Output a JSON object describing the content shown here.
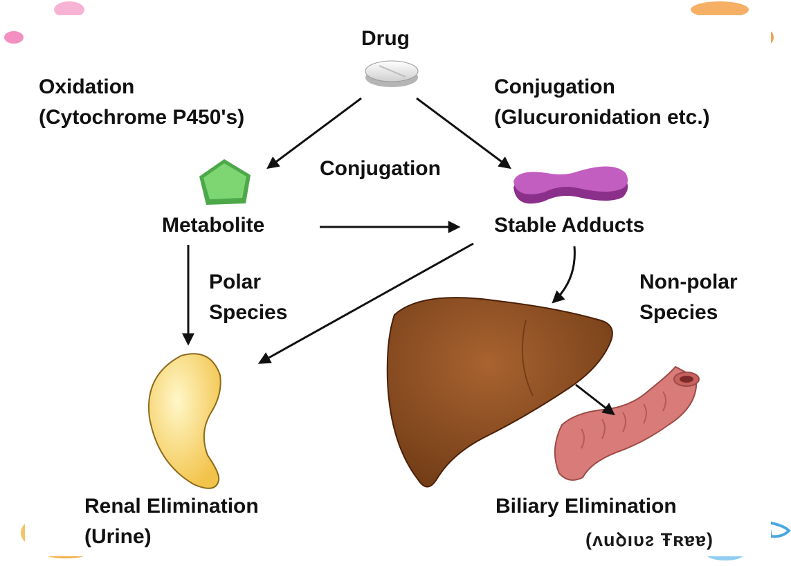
{
  "title": "Drug",
  "labels": {
    "oxidation": [
      "Oxidation",
      "(Cytochrome P450's)"
    ],
    "conjugation_top": [
      "Conjugation",
      "(Glucuronidation etc.)"
    ],
    "conjugation_middle": "Conjugation",
    "metabolite": "Metabolite",
    "stable_adducts": "Stable Adducts",
    "polar_species": [
      "Polar",
      "Species"
    ],
    "nonpolar_species": [
      "Non-polar",
      "Species"
    ],
    "renal_elimination": [
      "Renal Elimination",
      "(Urine)"
    ],
    "biliary_elimination": "Biliary Elimination",
    "biliary_clipped": "(ᴧuꝺıυᴤ Ŧʀɐɐ)"
  },
  "colors": {
    "pill": "#e6e6e6",
    "metabolite": "#6bcf5f",
    "adduct": "#b24bb0",
    "kidney": "#f7cd5a",
    "liver": "#8a4d1f",
    "intestine": "#d97b78",
    "arrow": "#111111",
    "blob_pink": "#f48fc2",
    "blob_orange": "#f0a35a",
    "blob_blue": "#6ab8e8"
  }
}
